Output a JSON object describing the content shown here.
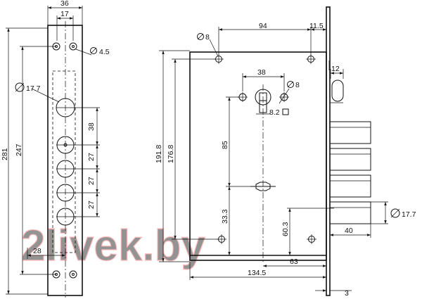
{
  "watermark": "2livek.by",
  "dims": {
    "front_width": "36",
    "front_inner": "17",
    "screw_hole": "4.5",
    "cyl_hole": "17.7",
    "height_total": "281",
    "height_holes": "247",
    "pitch_38": "38",
    "pitch_27a": "27",
    "pitch_27b": "27",
    "pitch_27c": "27",
    "bottom_28": "28",
    "side_hole": "8",
    "depth_94": "94",
    "edge_11_5": "11.5",
    "handle_38": "38",
    "spindle_hole": "8",
    "spindle_sq": "8.2",
    "body_191_8": "191.8",
    "body_176_8": "176.8",
    "dist_85": "85",
    "dist_33_3": "33.3",
    "dist_60_3": "60.3",
    "dist_63": "63",
    "width_134_5": "134.5",
    "latch_12": "12",
    "bolt_17_7": "17.7",
    "bolt_40": "40",
    "plate_3": "3"
  }
}
